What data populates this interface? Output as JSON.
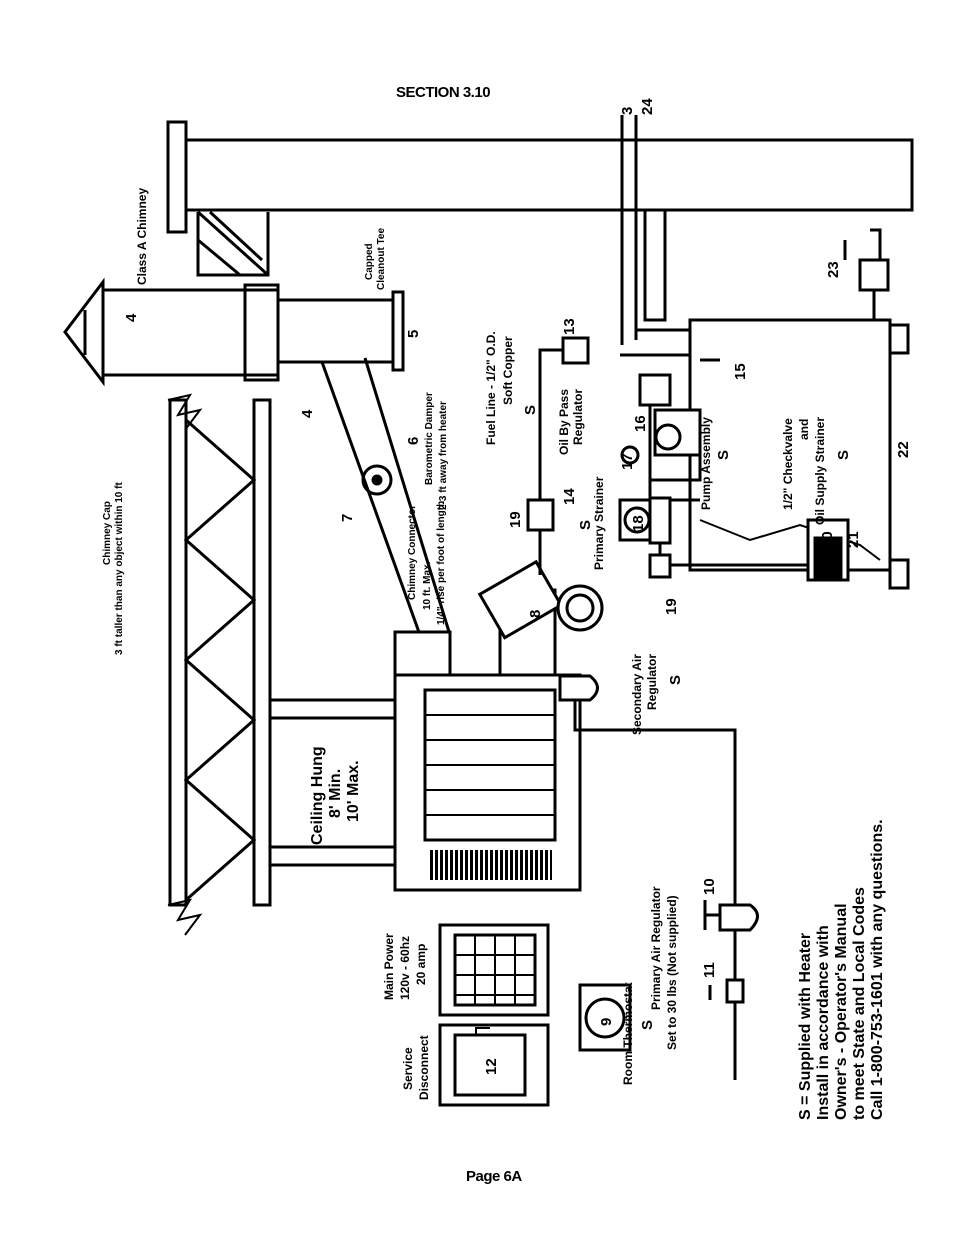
{
  "header": {
    "section": "SECTION 3.10"
  },
  "footer": {
    "page": "Page 6A"
  },
  "labels": {
    "class_a_chimney": "Class A Chimney",
    "chimney_cap": "Chimney Cap",
    "chimney_cap_note": "3 ft taller than any object within 10 ft",
    "capped_cleanout_1": "Capped",
    "capped_cleanout_2": "Cleanout Tee",
    "barometric_damper_1": "Barometric Damper",
    "barometric_damper_2": "2-3 ft away from heater",
    "chimney_connector_1": "Chimney Connector",
    "chimney_connector_2": "10 ft. Max.",
    "chimney_connector_3": "1/4\" rise per foot of length",
    "fuel_line_1": "Fuel Line - 1/2\" O.D.",
    "fuel_line_2": "Soft Copper",
    "oil_bypass_1": "Oil By Pass",
    "oil_bypass_2": "Regulator",
    "primary_strainer": "Primary Strainer",
    "pump_assembly": "Pump Assembly",
    "checkvalve_1": "1/2\" Checkvalve",
    "checkvalve_2": "and",
    "checkvalve_3": "Oil Supply Strainer",
    "secondary_air_1": "Secondary Air",
    "secondary_air_2": "Regulator",
    "ceiling_hung_1": "Ceiling Hung",
    "ceiling_hung_2": "8' Min.",
    "ceiling_hung_3": "10' Max.",
    "primary_air_1": "Primary Air Regulator",
    "primary_air_2": "Set to 30 lbs (Not supplied)",
    "main_power_1": "Main Power",
    "main_power_2": "120v - 60hz",
    "main_power_3": "20 amp",
    "service_disconnect_1": "Service",
    "service_disconnect_2": "Disconnect",
    "room_thermostat": "Room Thermostat",
    "supplied_marker": "S"
  },
  "numbers": {
    "n3": "3",
    "n24": "24",
    "n4a": "4",
    "n4b": "4",
    "n5": "5",
    "n6": "6",
    "n7": "7",
    "n8": "8",
    "n9": "9",
    "n10": "10",
    "n11": "11",
    "n12": "12",
    "n13": "13",
    "n14": "14",
    "n15": "15",
    "n16": "16",
    "n17": "17",
    "n18": "18",
    "n19a": "19",
    "n19b": "19",
    "n20": "20",
    "n21": "21",
    "n22": "22",
    "n23": "23"
  },
  "notes": [
    "S = Supplied with Heater",
    "Install in accordance with",
    "Owner's - Operator's Manual",
    "to meet State and Local Codes",
    "Call 1-800-753-1601 with any questions."
  ]
}
